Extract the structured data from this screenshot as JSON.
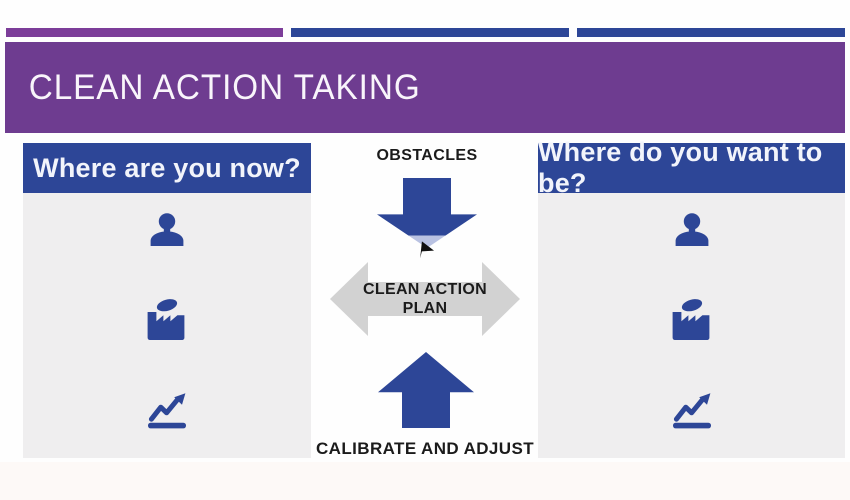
{
  "slide": {
    "title": "CLEAN ACTION TAKING",
    "panels": {
      "left": {
        "header": "Where are you now?"
      },
      "right": {
        "header": "Where do you want to be?"
      }
    },
    "flow": {
      "obstacles_label": "OBSTACLES",
      "plan_label_line1": "CLEAN ACTION",
      "plan_label_line2": "PLAN",
      "calibrate_label": "CALIBRATE AND ADJUST"
    },
    "panel_icons": [
      "person-icon",
      "factory-icon",
      "growth-chart-icon"
    ],
    "colors": {
      "banner_purple": "#6e3c90",
      "accent_bar_purple": "#7c3d99",
      "accent_blue": "#2d4697",
      "panel_body_gray": "#efeeef",
      "double_arrow_gray": "#d2d2d2",
      "down_arrow_tip_light_blue": "#b9c2e2",
      "label_black": "#1b1b1b"
    }
  }
}
